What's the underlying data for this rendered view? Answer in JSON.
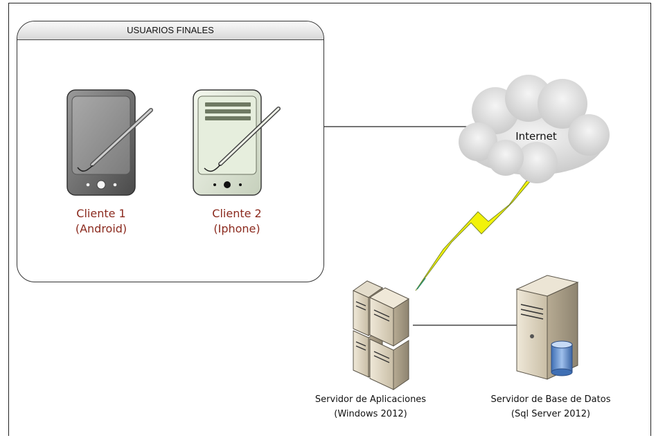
{
  "header": {
    "title": "USUARIOS FINALES"
  },
  "clients": [
    {
      "name": "Cliente 1",
      "os": "(Android)"
    },
    {
      "name": "Cliente 2",
      "os": "(Iphone)"
    }
  ],
  "network": {
    "label": "Internet"
  },
  "servers": [
    {
      "name": "Servidor de Aplicaciones",
      "detail": "(Windows 2012)"
    },
    {
      "name": "Servidor de Base de Datos",
      "detail": "(Sql Server 2012)"
    }
  ],
  "colors": {
    "caption_red": "#8b2a1e",
    "lightning": "#f2f20a",
    "cloud": "#d9d9d9"
  },
  "icons": [
    "android-phone-icon",
    "iphone-icon",
    "cloud-icon",
    "lightning-icon",
    "server-cluster-icon",
    "database-server-icon"
  ]
}
